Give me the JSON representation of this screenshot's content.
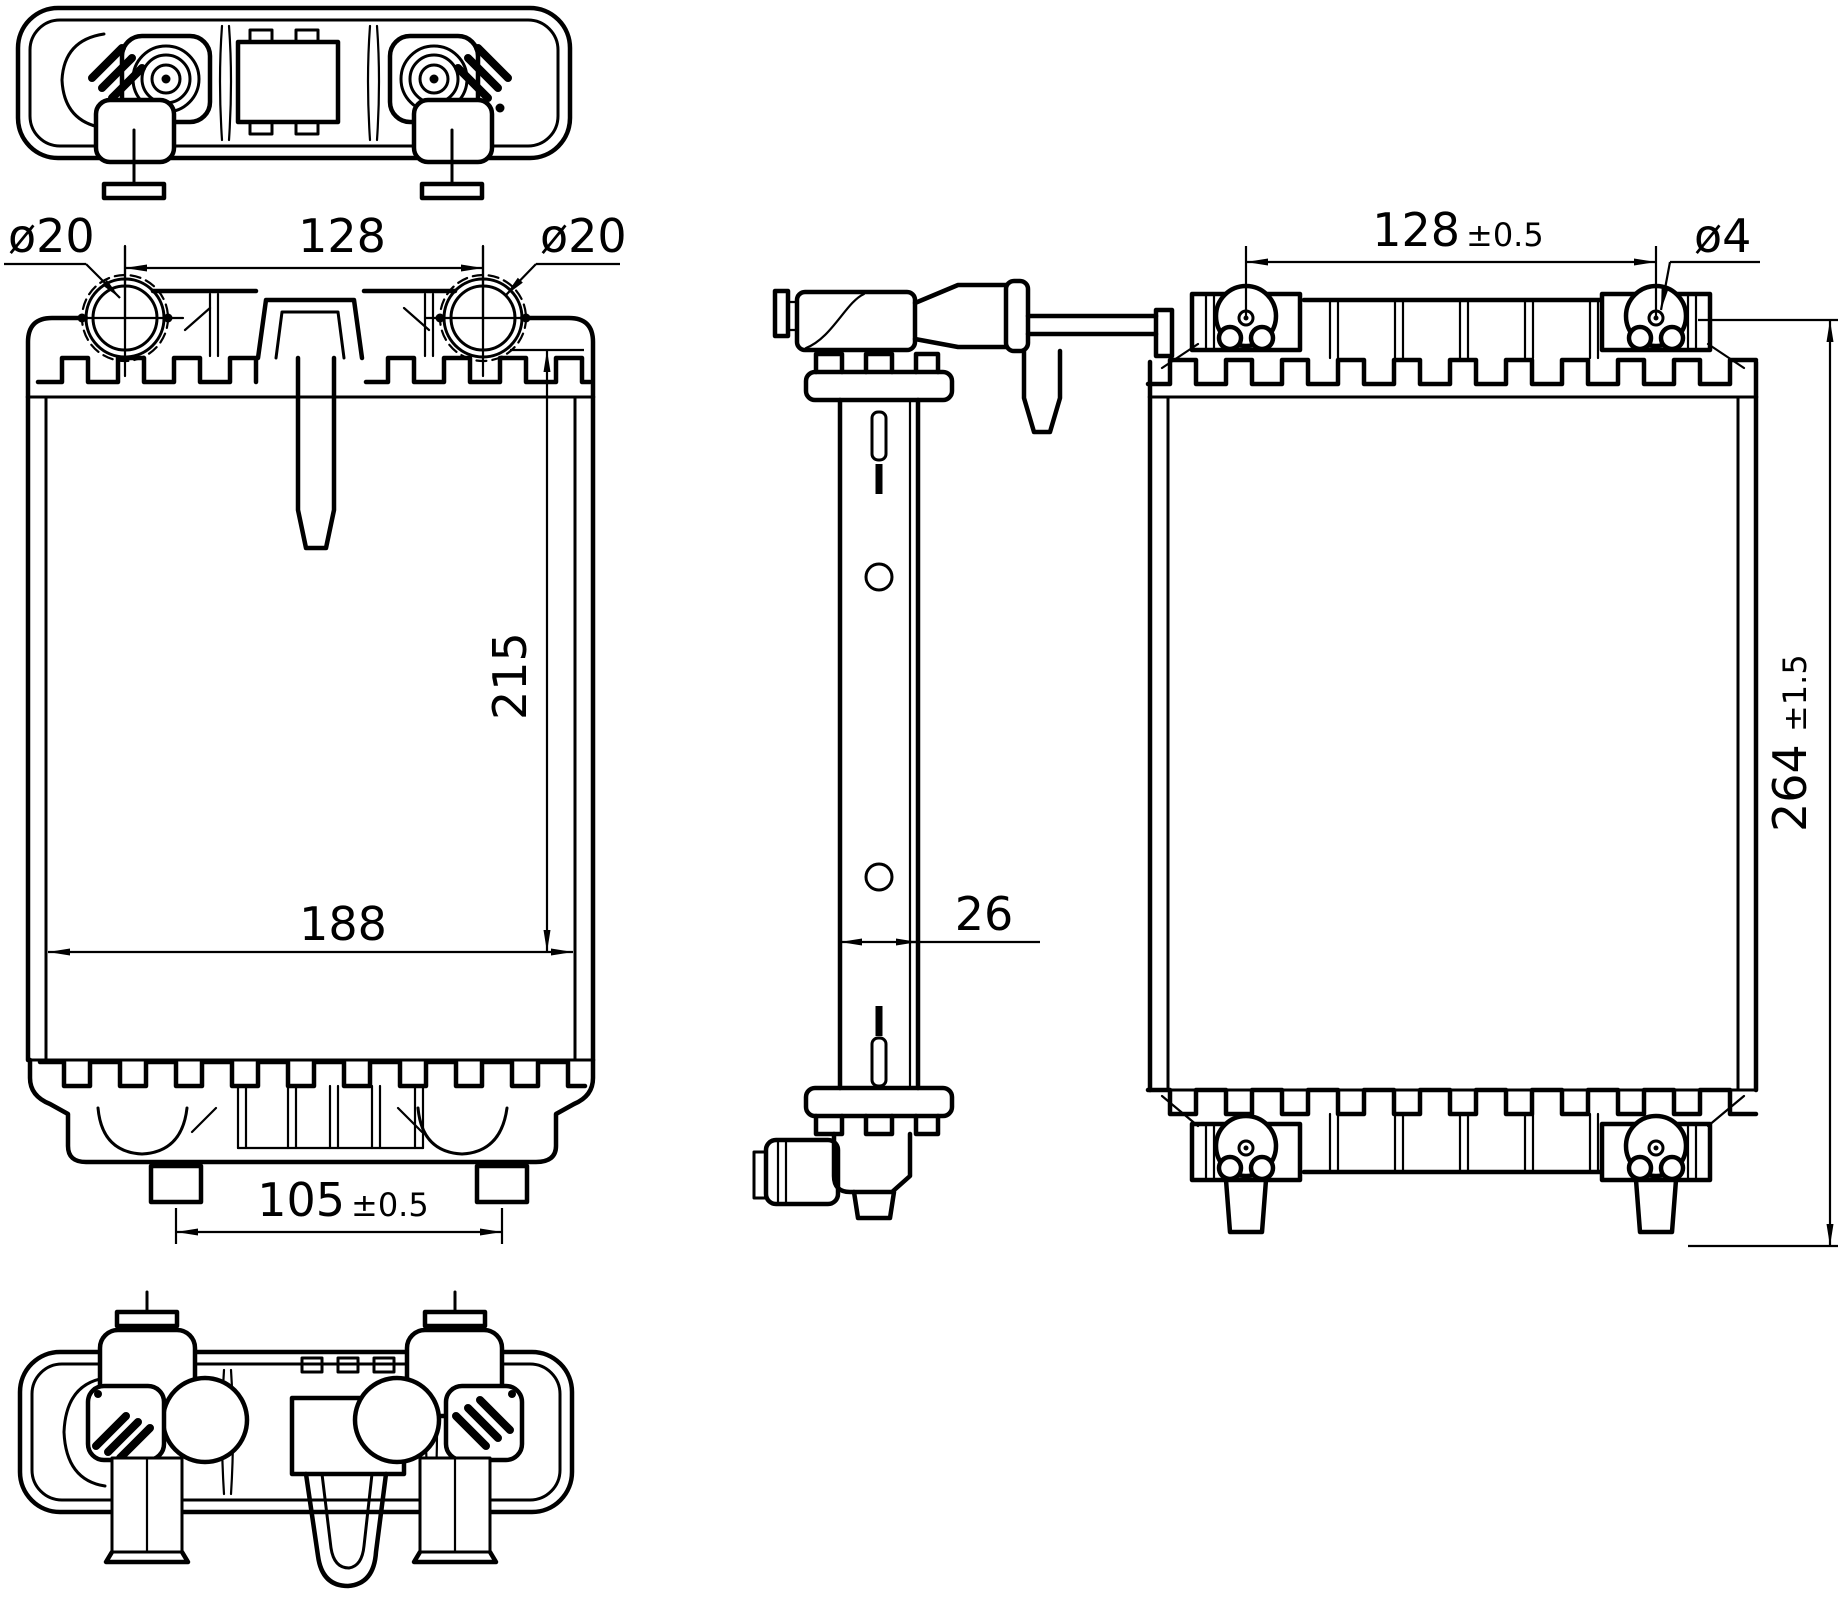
{
  "colors": {
    "line": "#000000",
    "background": "#ffffff"
  },
  "labels": {
    "front_port_left_diameter": "ø20",
    "front_port_right_diameter": "ø20",
    "front_port_spacing": "128",
    "front_core_height": "215",
    "front_core_width": "188",
    "front_feet_spacing_value": "105",
    "front_feet_spacing_tolerance": "±0.5",
    "side_thickness": "26",
    "rear_bracket_spacing_value": "128",
    "rear_bracket_spacing_tolerance": "±0.5",
    "rear_hole_diameter": "ø4",
    "rear_overall_height_value": "264",
    "rear_overall_height_tolerance": "±1.5"
  }
}
